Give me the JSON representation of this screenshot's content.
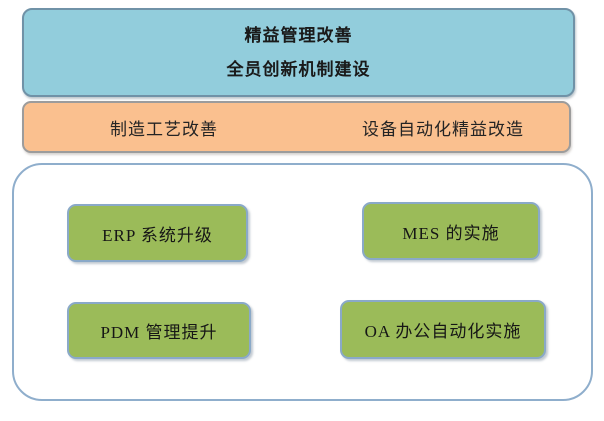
{
  "diagram": {
    "header": {
      "line1": "精益管理改善",
      "line2": "全员创新机制建设"
    },
    "process_band": {
      "left_label": "制造工艺改善",
      "right_label": "设备自动化精益改造"
    },
    "it_systems": [
      {
        "label": "ERP 系统升级"
      },
      {
        "label": "MES 的实施"
      },
      {
        "label": "PDM 管理提升"
      },
      {
        "label": "OA 办公自动化实施"
      }
    ],
    "colors": {
      "header_fill": "#92CDDC",
      "header_border": "#7092A7",
      "band_fill": "#FAC08F",
      "band_border": "#9C9C9C",
      "container_border": "#8FAECC",
      "item_fill": "#9BBB59",
      "item_border": "#8AA9C8",
      "text": "#1A1A1A"
    }
  }
}
